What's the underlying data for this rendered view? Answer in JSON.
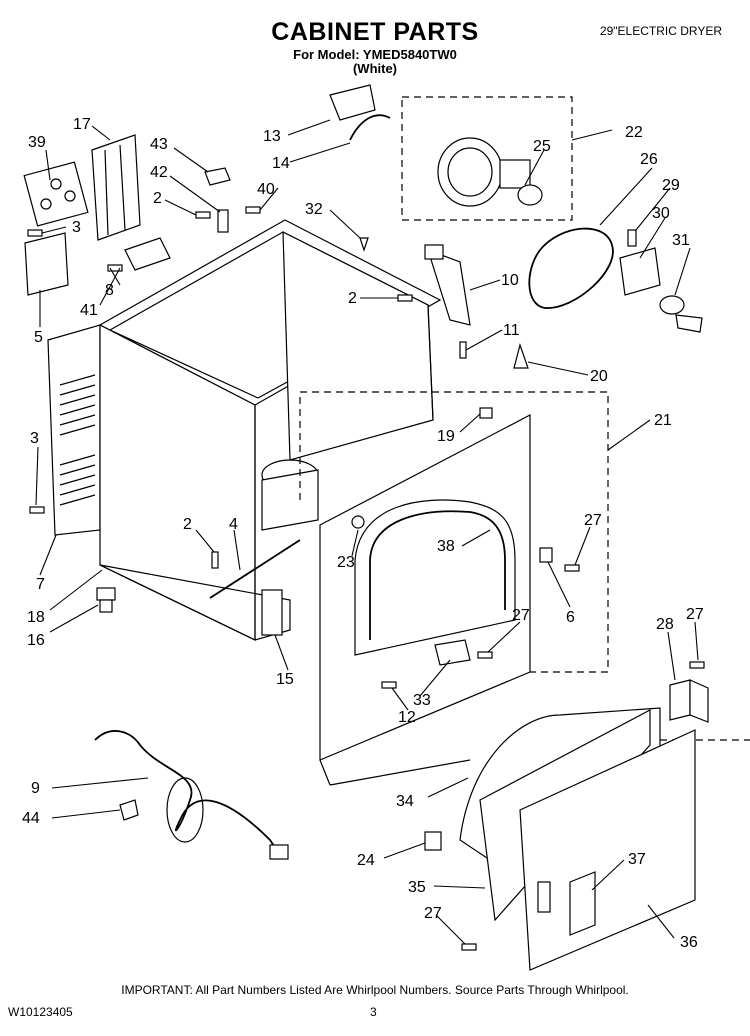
{
  "header": {
    "title": "CABINET PARTS",
    "model_line": "For Model: YMED5840TW0",
    "color_line": "(White)",
    "product": "29\"ELECTRIC DRYER"
  },
  "footer": {
    "note": "IMPORTANT: All Part Numbers Listed Are Whirlpool Numbers. Source Parts Through Whirlpool.",
    "doc_id": "W10123405",
    "page": "3"
  },
  "callouts": {
    "c39": "39",
    "c17": "17",
    "c43": "43",
    "c42": "42",
    "c2a": "2",
    "c40": "40",
    "c3a": "3",
    "c8": "8",
    "c41": "41",
    "c5": "5",
    "c13": "13",
    "c14": "14",
    "c32": "32",
    "c25": "25",
    "c22": "22",
    "c26": "26",
    "c29": "29",
    "c30": "30",
    "c31": "31",
    "c10": "10",
    "c2b": "2",
    "c11": "11",
    "c20": "20",
    "c21": "21",
    "c19": "19",
    "c3b": "3",
    "c7": "7",
    "c2c": "2",
    "c4": "4",
    "c18": "18",
    "c16": "16",
    "c23": "23",
    "c38": "38",
    "c27a": "27",
    "c6": "6",
    "c27b": "27",
    "c15": "15",
    "c33": "33",
    "c12": "12",
    "c28": "28",
    "c27c": "27",
    "c9": "9",
    "c44": "44",
    "c34": "34",
    "c24": "24",
    "c37": "37",
    "c35": "35",
    "c27d": "27",
    "c36": "36"
  }
}
